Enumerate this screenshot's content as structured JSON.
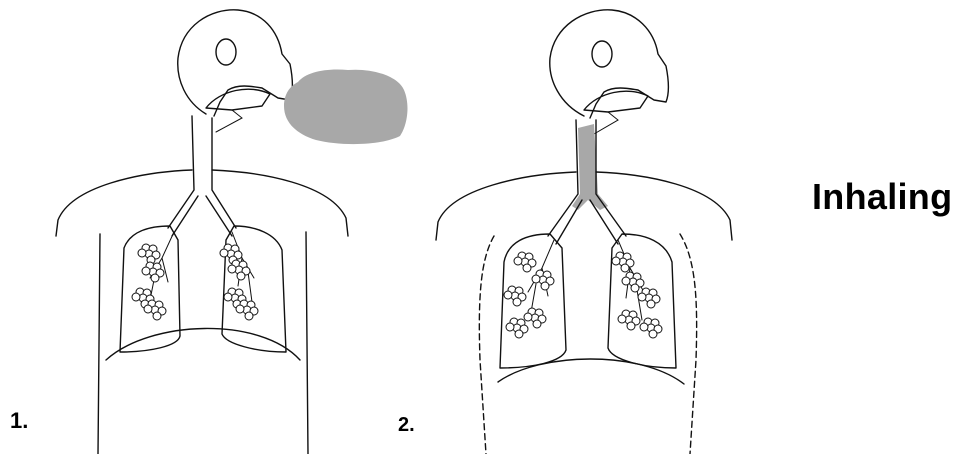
{
  "figure": {
    "title": "Inhaling",
    "panel_1_label": "1.",
    "panel_2_label": "2."
  },
  "colors": {
    "air": "#a8a8a8",
    "line": "#111111",
    "background": "#ffffff"
  }
}
